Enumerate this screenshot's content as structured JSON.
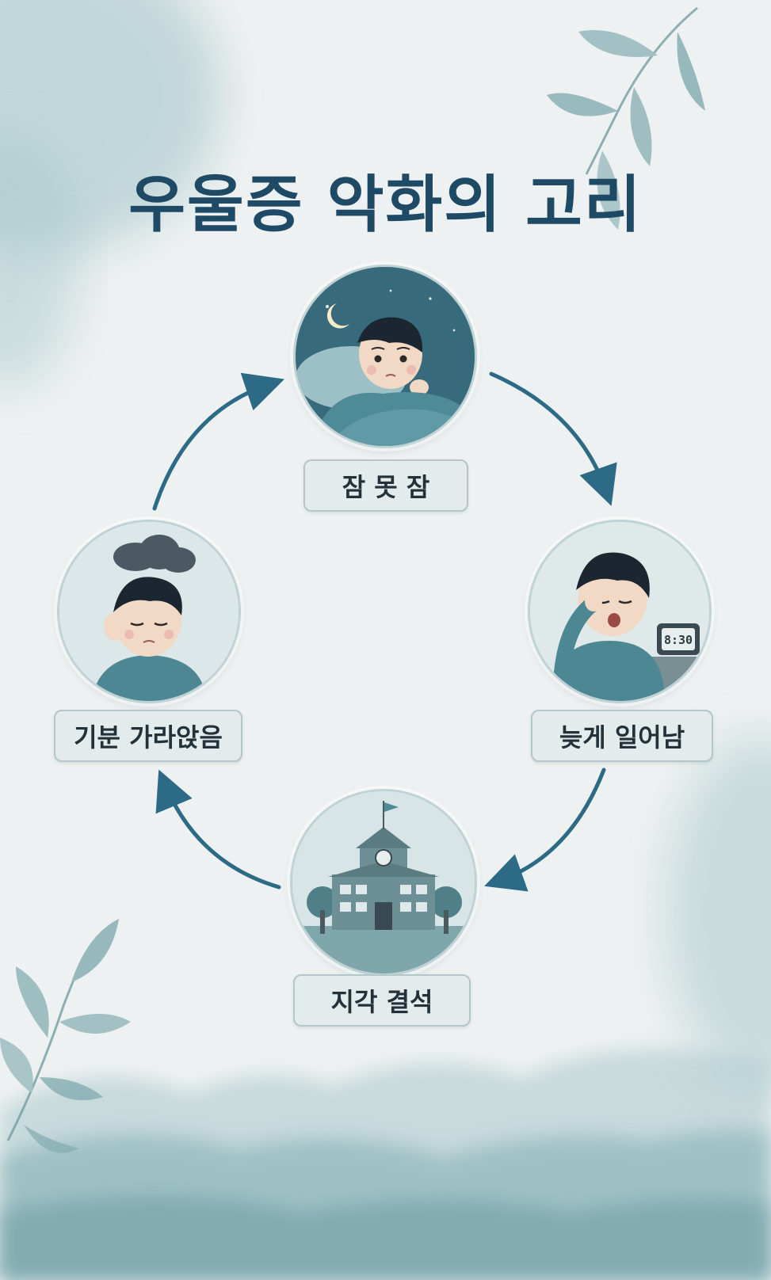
{
  "title": "우울증 악화의 고리",
  "cycle": {
    "steps": [
      {
        "label": "잠 못 잠",
        "icon": "sleepless-boy-icon"
      },
      {
        "label": "늦게 일어남",
        "icon": "waking-late-boy-icon"
      },
      {
        "label": "지각 결석",
        "icon": "school-building-icon"
      },
      {
        "label": "기분 가라앉음",
        "icon": "depressed-boy-icon"
      }
    ],
    "clock_time": "8:30"
  },
  "colors": {
    "title": "#1f4a66",
    "arrow": "#2c6a86",
    "label_bg": "#e4ebec",
    "teal": "#5e9aa3"
  }
}
